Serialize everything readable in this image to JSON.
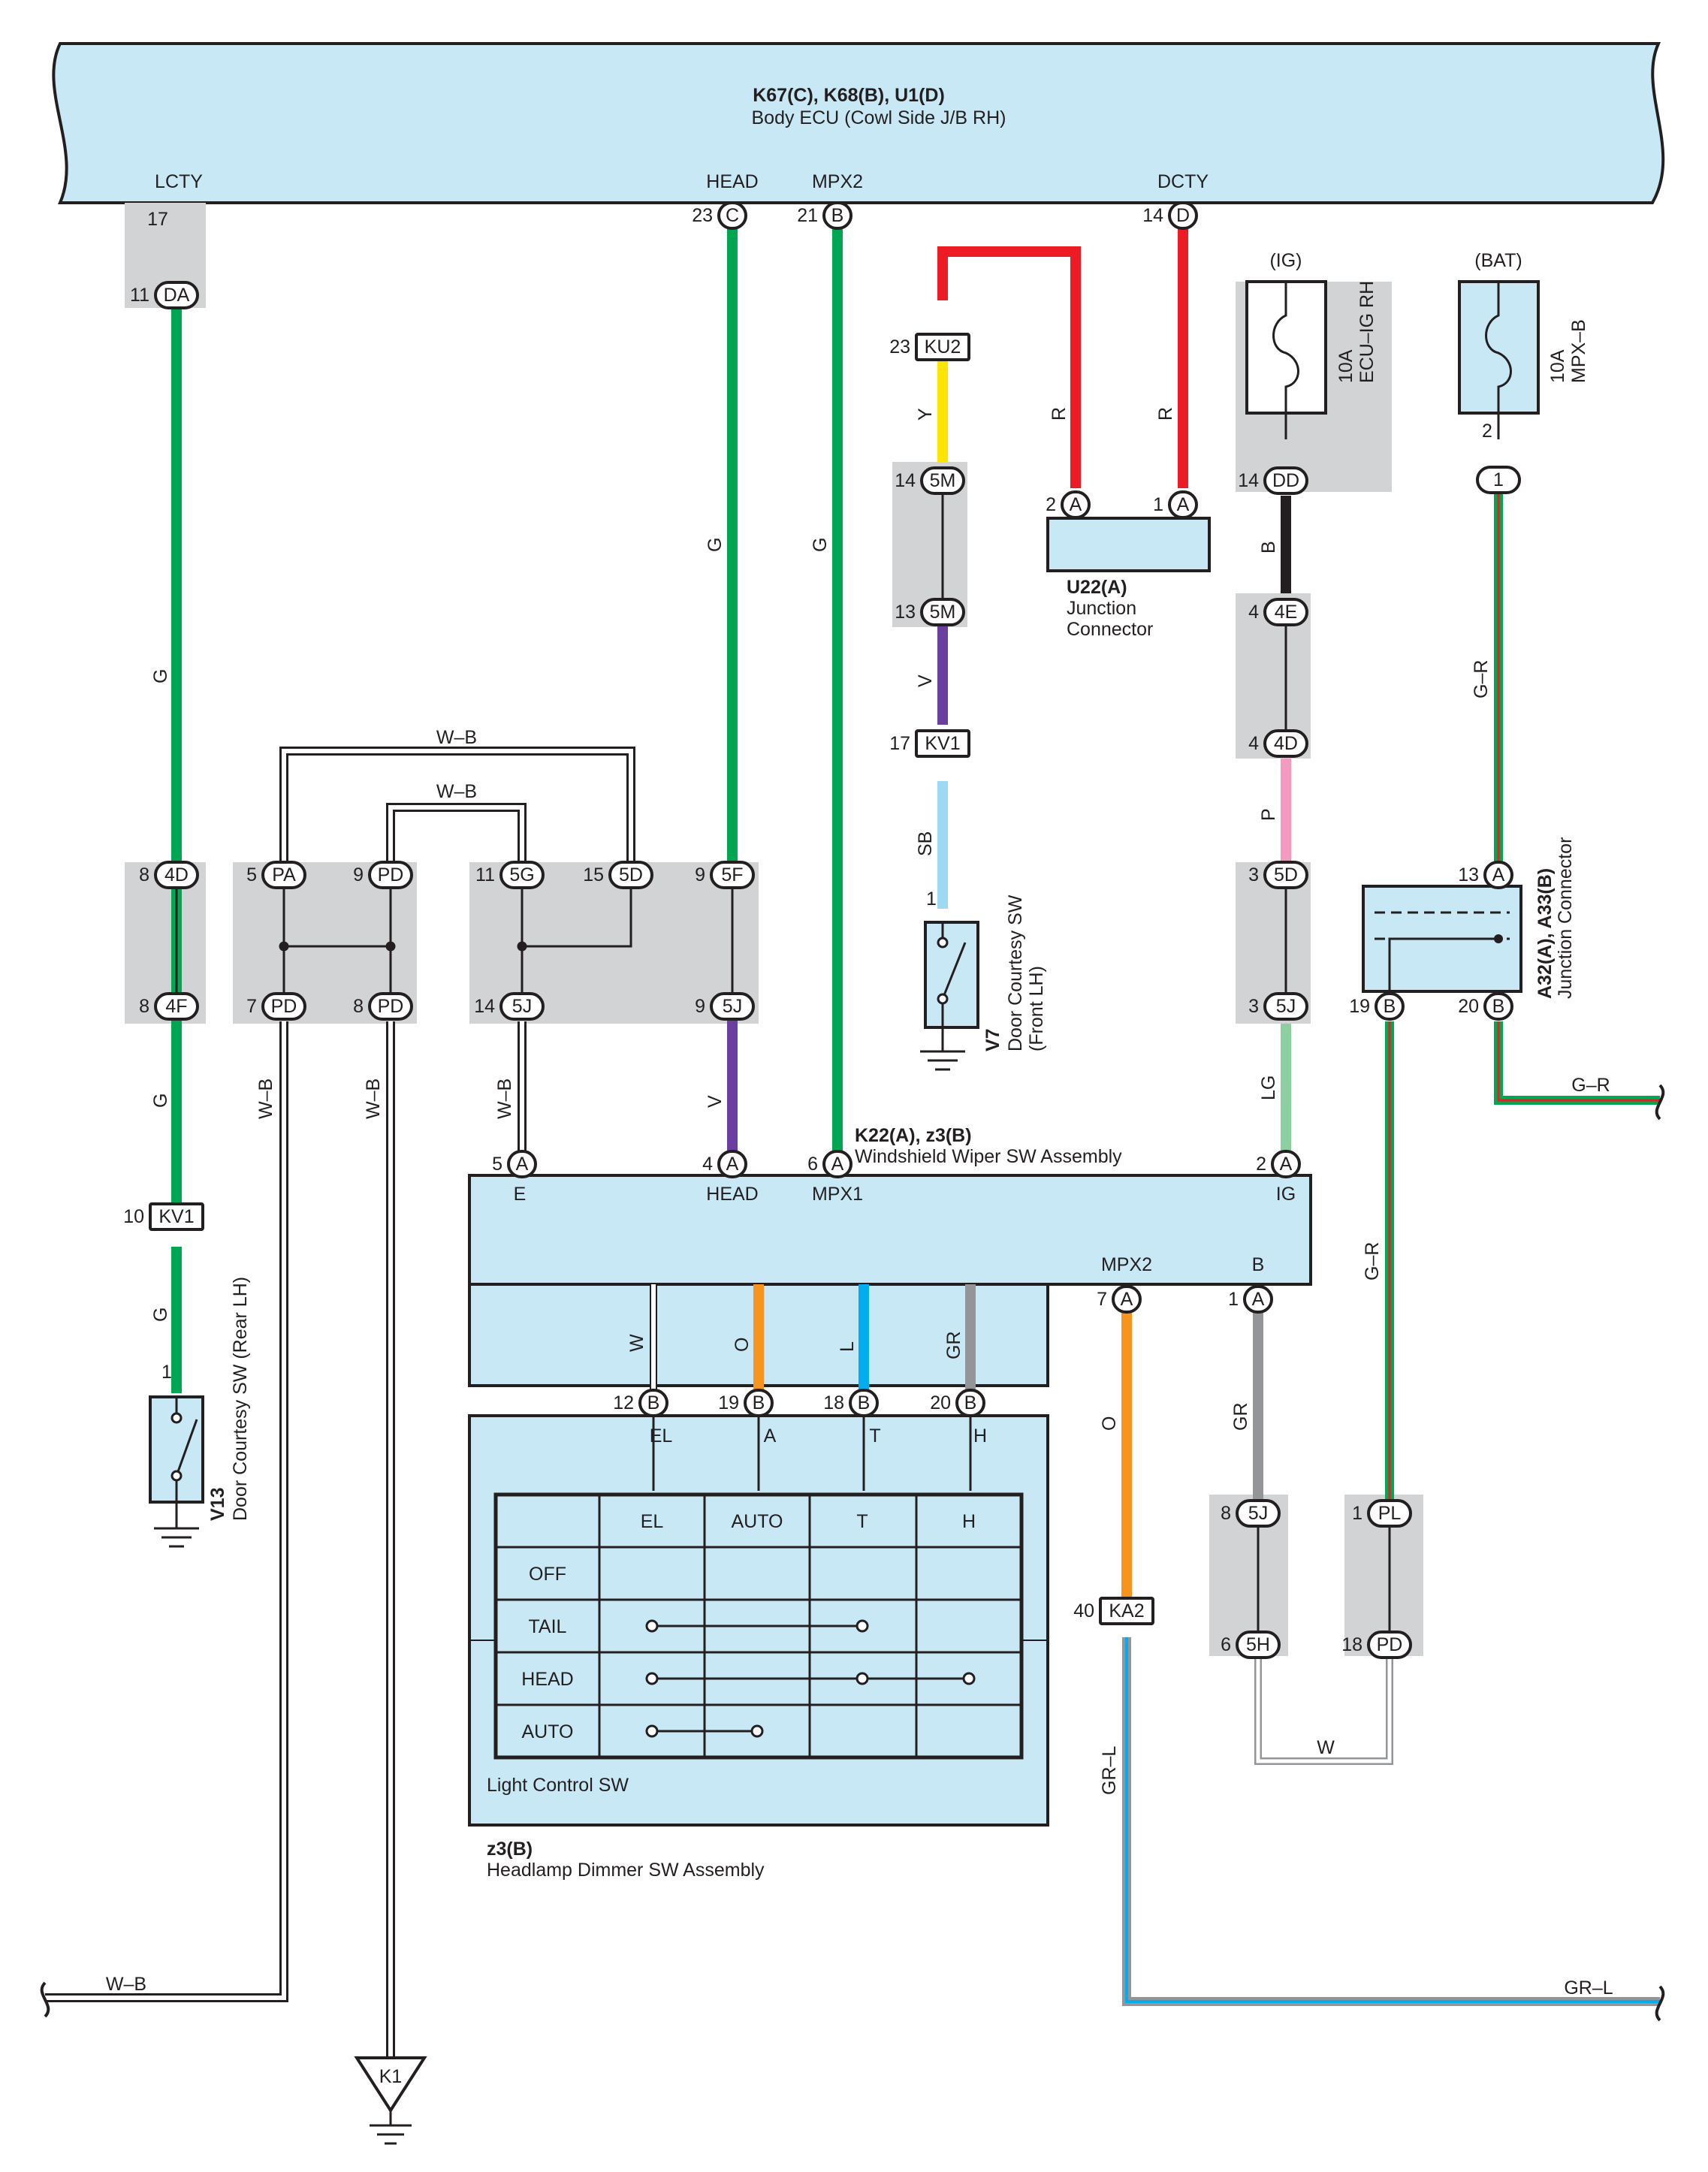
{
  "body_ecu": {
    "code": "K67(C), K68(B), U1(D)",
    "name": "Body ECU (Cowl Side J/B RH)",
    "terminals": {
      "lcty": "LCTY",
      "head": "HEAD",
      "mpx2": "MPX2",
      "dcty": "DCTY"
    }
  },
  "fuses": {
    "ig": {
      "supply": "(IG)",
      "rating": "10A",
      "name": "ECU–IG RH"
    },
    "bat": {
      "supply": "(BAT)",
      "rating": "10A",
      "name": "MPX–B"
    }
  },
  "u22": {
    "code": "U22(A)",
    "l1": "Junction",
    "l2": "Connector"
  },
  "v7": {
    "code": "V7",
    "l1": "Door Courtesy SW",
    "l2": "(Front LH)"
  },
  "v13": {
    "code": "V13",
    "l1": "Door Courtesy SW (Rear LH)"
  },
  "a32": {
    "code": "A32(A), A33(B)",
    "l1": "Junction Connector"
  },
  "k22": {
    "code": "K22(A), z3(B)",
    "name": "Windshield Wiper SW Assembly",
    "term": {
      "e": "E",
      "head": "HEAD",
      "mpx1": "MPX1",
      "ig": "IG",
      "mpx2": "MPX2",
      "b": "B"
    }
  },
  "z3": {
    "code": "z3(B)",
    "name": "Headlamp Dimmer SW Assembly",
    "switch_label": "Light Control SW",
    "term": {
      "el": "EL",
      "a": "A",
      "t": "T",
      "h": "H"
    }
  },
  "light_table": {
    "headers": [
      "EL",
      "AUTO",
      "T",
      "H"
    ],
    "rows": [
      "OFF",
      "TAIL",
      "HEAD",
      "AUTO"
    ]
  },
  "colors": {
    "G": "#00a651",
    "GR": "#939598",
    "V": "#6b3fa0",
    "R": "#ed1c24",
    "Y": "#ffe600",
    "SB": "#9dd9f3",
    "B": "#231f20",
    "P": "#f49ac1",
    "LG": "#8ccfa0",
    "O": "#f7941d",
    "L": "#00aeef",
    "W": "#ffffff",
    "panel": "#c8e8f6",
    "shade": "#d1d3d4"
  },
  "wire_labels": {
    "g": "G",
    "w_b": "W–B",
    "y": "Y",
    "r": "R",
    "v": "V",
    "sb": "SB",
    "b": "B",
    "p": "P",
    "lg": "LG",
    "g_r": "G–R",
    "o": "O",
    "gr": "GR",
    "w": "W",
    "l": "L",
    "gr_l": "GR–L"
  },
  "ground_ref": "K1",
  "pins": {
    "p17": "17",
    "dA": "DA",
    "p11": "11",
    "p23": "23",
    "c": "C",
    "p21": "21",
    "bb": "B",
    "p14": "14",
    "d": "D",
    "ku2": "KU2",
    "m5": "5M",
    "kv1": "KV1",
    "p13": "13",
    "a": "A",
    "p2": "2",
    "p1": "1",
    "dd": "DD",
    "e4": "4E",
    "d4": "4D",
    "p4": "4",
    "f4": "4F",
    "p8": "8",
    "pa": "PA",
    "pd": "PD",
    "p5": "5",
    "p9": "9",
    "g5": "5G",
    "d5": "5D",
    "f5": "5F",
    "j5": "5J",
    "p15": "15",
    "p7": "7",
    "p3": "3",
    "p6": "6",
    "p10": "10",
    "p19": "19",
    "p20": "20",
    "p12": "12",
    "p18": "18",
    "p40": "40",
    "ka2": "KA2",
    "h5": "5H",
    "pl": "PL"
  }
}
